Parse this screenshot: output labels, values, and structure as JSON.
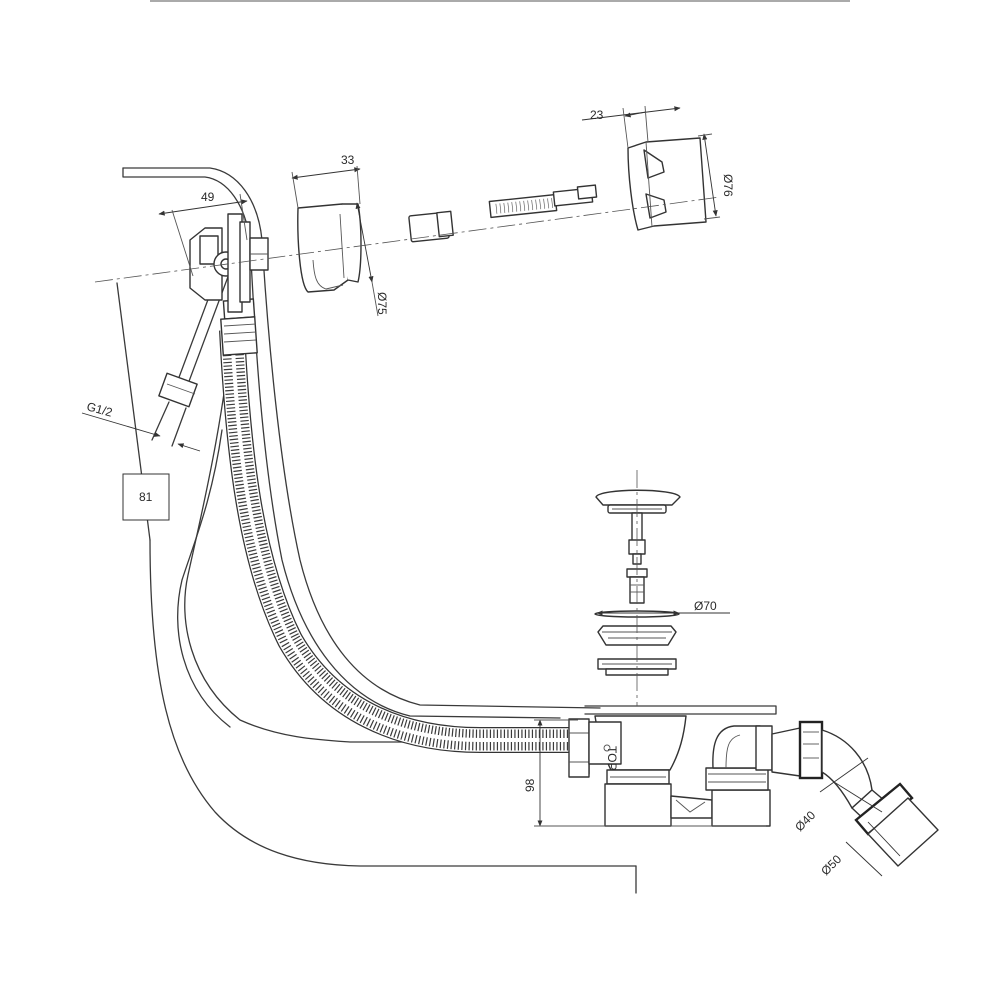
{
  "dimensions": {
    "width_49": "49",
    "width_33": "33",
    "width_23": "23",
    "diameter_76": "Ø76",
    "diameter_75": "Ø75",
    "thread_g12": "G1/2",
    "height_81": "81",
    "diameter_70": "Ø70",
    "height_98": "98",
    "diameter_40": "Ø40",
    "diameter_50": "Ø50"
  }
}
